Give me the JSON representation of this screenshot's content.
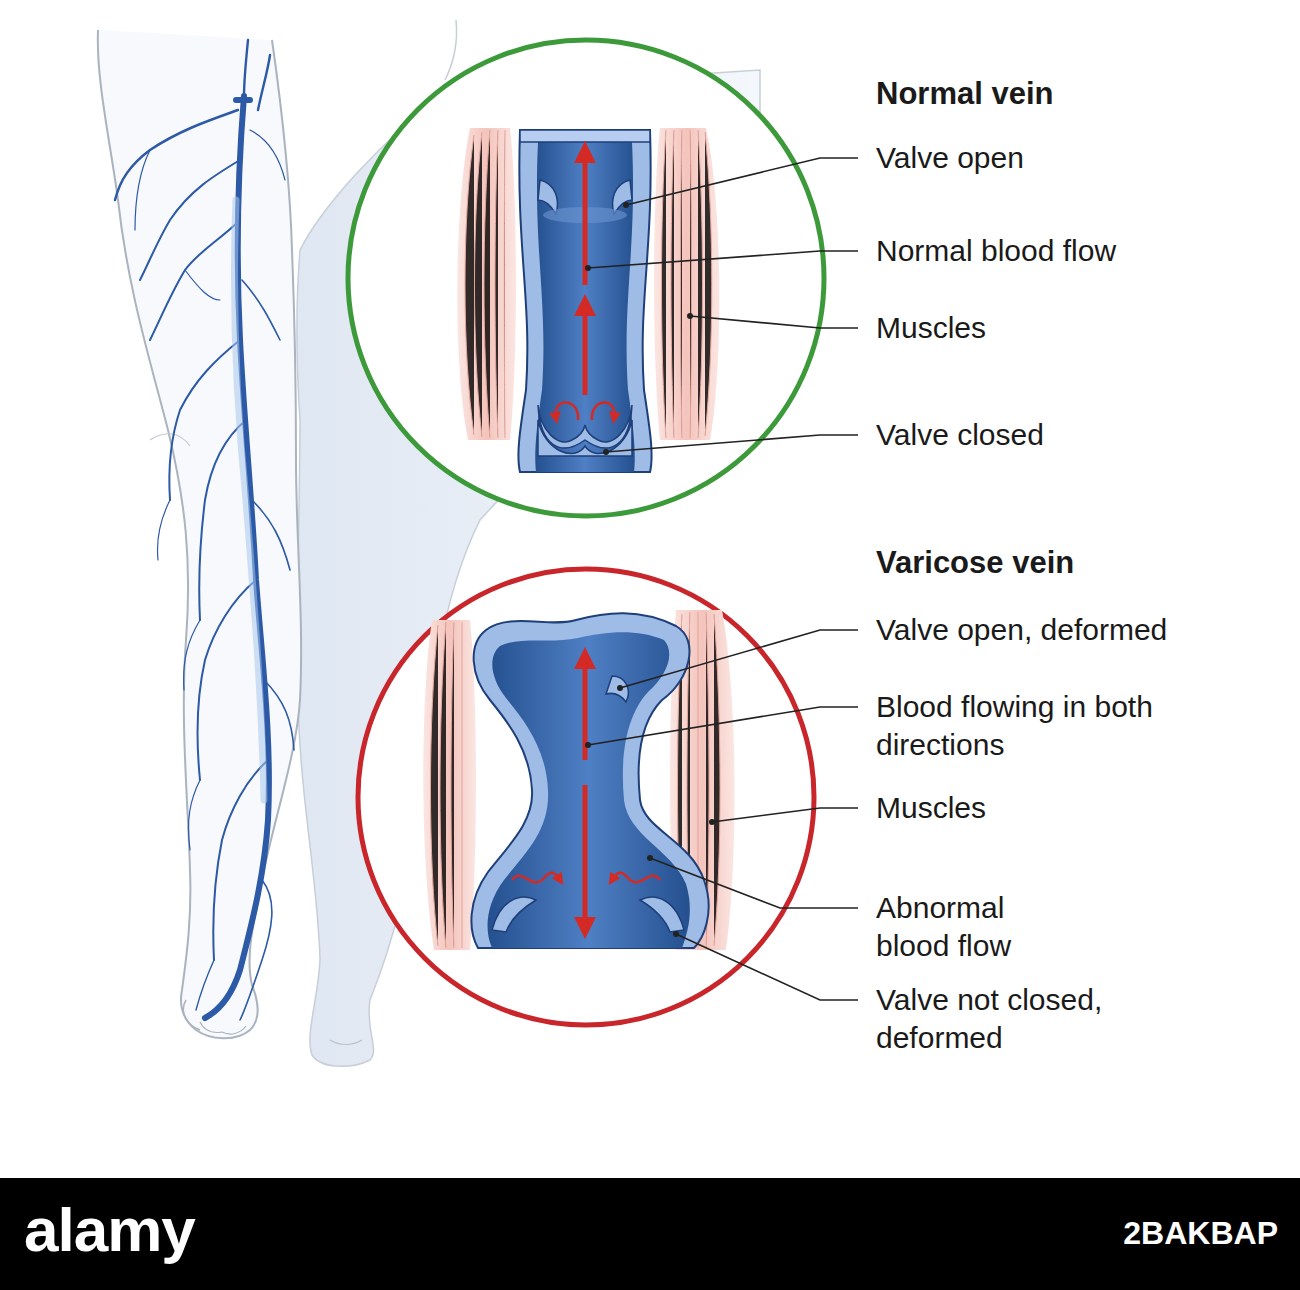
{
  "diagram": {
    "labels": [
      "Normal vein",
      "Valve open",
      "Normal blood flow",
      "Muscles",
      "Valve closed",
      "Varicose vein",
      "Valve open, deformed",
      "Blood flowing in both directions",
      "Muscles",
      "Abnormal blood flow",
      "Valve not closed, deformed",
      "alamy",
      "2BAKBAP"
    ]
  }
}
